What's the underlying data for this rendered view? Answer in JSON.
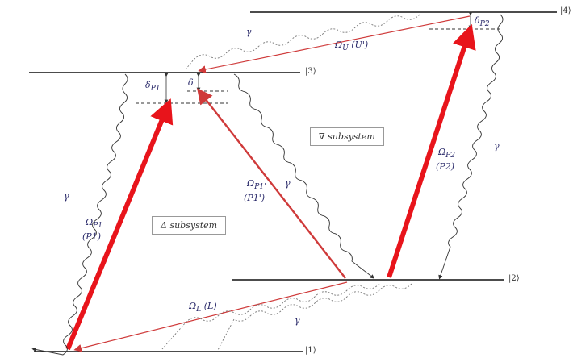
{
  "levels": {
    "l1": "|1⟩",
    "l2": "|2⟩",
    "l3": "|3⟩",
    "l4": "|4⟩"
  },
  "subsystems": {
    "delta": "Δ subsystem",
    "nabla": "∇ subsystem"
  },
  "fields": {
    "omega_p1": "Ω",
    "omega_p1_sub": "P1",
    "p1_tag": "(P1)",
    "omega_p1p": "Ω",
    "omega_p1p_sub": "P1'",
    "p1p_tag": "(P1')",
    "omega_p2": "Ω",
    "omega_p2_sub": "P2",
    "p2_tag": "(P2)",
    "omega_l": "Ω",
    "omega_l_sub": "L",
    "l_tag": "(L)",
    "omega_u": "Ω",
    "omega_u_sub": "U",
    "u_tag": "(U')"
  },
  "detunings": {
    "dp1": "δ",
    "dp1_sub": "P1",
    "d": "δ",
    "dp2": "δ",
    "dp2_sub": "P2"
  },
  "decays": {
    "g1": "γ",
    "g2": "γ",
    "g3": "γ",
    "g4": "γ",
    "g5": "γ"
  },
  "colors": {
    "pump": "#e8141b",
    "weak": "#cf3a3a",
    "decay": "#333333",
    "level": "#111111"
  }
}
